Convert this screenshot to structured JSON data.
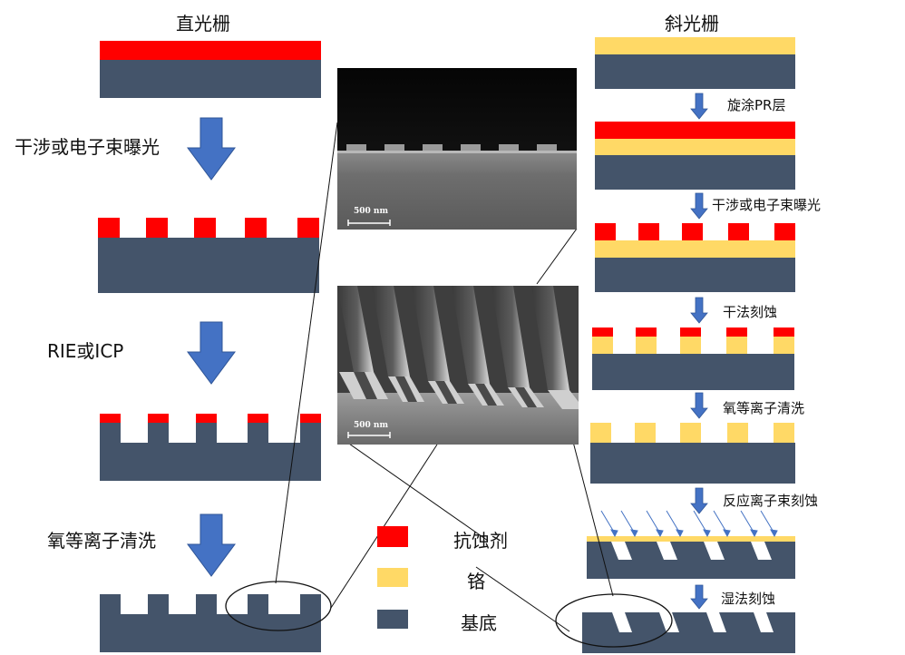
{
  "left_title": "直光栅",
  "right_title": "斜光栅",
  "left_steps": [
    "干涉或电子束曝光",
    "RIE或ICP",
    "氧等离子清洗"
  ],
  "right_steps": [
    "旋涂PR层",
    "干涉或电子束曝光",
    "干法刻蚀",
    "氧等离子清洗",
    "反应离子束刻蚀",
    "湿法刻蚀"
  ],
  "legend": [
    {
      "label": "抗蚀剂",
      "color": "#ff0000"
    },
    {
      "label": "铬",
      "color": "#ffd966"
    },
    {
      "label": "基底",
      "color": "#44546a"
    }
  ],
  "sem": [
    {
      "scale_label": "500 nm"
    },
    {
      "scale_label": "500 nm"
    }
  ],
  "colors": {
    "resist": "#ff0000",
    "chrome": "#ffd966",
    "substrate": "#44546a",
    "arrow": "#4472c4"
  }
}
